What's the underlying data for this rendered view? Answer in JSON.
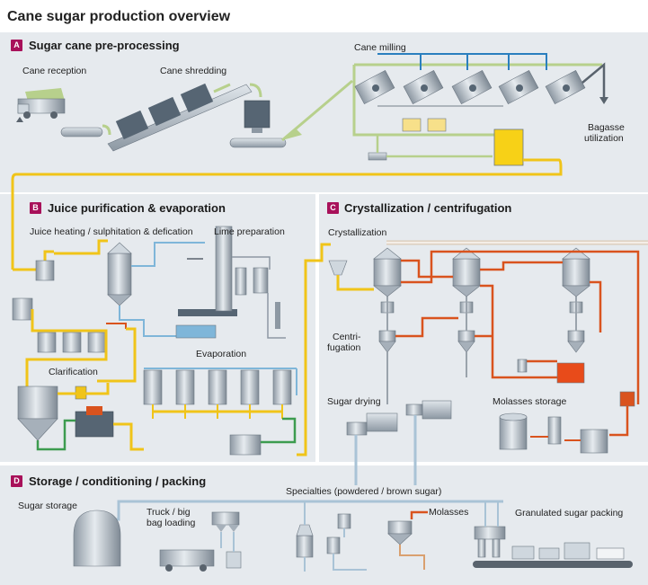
{
  "title": "Cane sugar production overview",
  "sections": {
    "a": {
      "badge": "A",
      "title": "Sugar cane  pre-processing"
    },
    "b": {
      "badge": "B",
      "title": "Juice purification & evaporation"
    },
    "c": {
      "badge": "C",
      "title": "Crystallization / centrifugation"
    },
    "d": {
      "badge": "D",
      "title": "Storage / conditioning / packing"
    }
  },
  "labels": {
    "cane_reception": "Cane reception",
    "cane_shredding": "Cane shredding",
    "cane_milling": "Cane milling",
    "bagasse_1": "Bagasse",
    "bagasse_2": "utilization",
    "juice_heating": "Juice heating / sulphitation & defication",
    "lime_preparation": "Lime preparation",
    "clarification": "Clarification",
    "evaporation": "Evaporation",
    "crystallization": "Crystallization",
    "centri_1": "Centri-",
    "centri_2": "fugation",
    "sugar_drying": "Sugar drying",
    "molasses_storage": "Molasses storage",
    "sugar_storage": "Sugar storage",
    "truck_1": "Truck / big",
    "truck_2": "bag loading",
    "specialties": "Specialties (powdered / brown sugar)",
    "molasses": "Molasses",
    "granulated": "Granulated sugar packing"
  },
  "colors": {
    "juice": "#f0c419",
    "molasses": "#d9531e",
    "water": "#7fb6d9",
    "process": "#b7d08c",
    "sugar": "#a9c3d6",
    "equipment": "#b8c2cc",
    "badge": "#a8115a",
    "panel": "#e6eaee"
  }
}
